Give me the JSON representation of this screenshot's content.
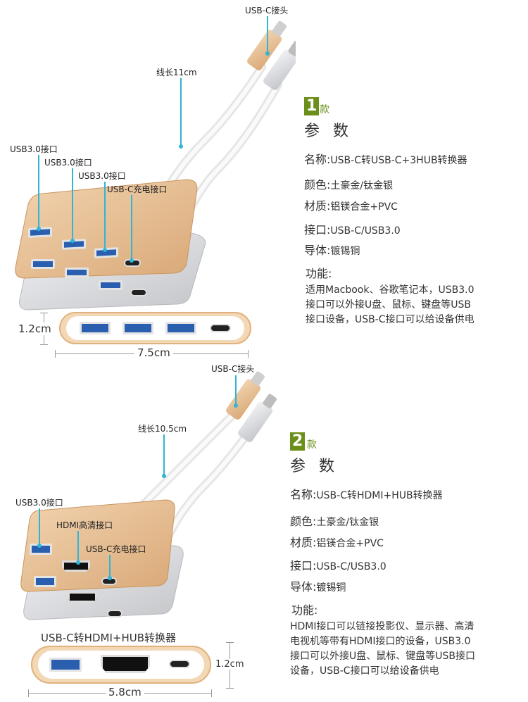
{
  "product1": {
    "callout_usbc": "USB-C接头",
    "callout_cable": "线长11cm",
    "callout_usb1": "USB3.0接口",
    "callout_usb2": "USB3.0接口",
    "callout_usb3": "USB3.0接口",
    "callout_charge": "USB-C充电接口",
    "badge_num": "1",
    "badge_suffix": "款",
    "spec_heading": "参 数",
    "name_label": "名称:",
    "name_value": "USB-C转USB-C+3HUB转换器",
    "color_label": "颜色:",
    "color_value": "土豪金/钛金银",
    "material_label": "材质:",
    "material_value": "铝镁合金+PVC",
    "port_label": "接口:",
    "port_value": "USB-C/USB3.0",
    "conductor_label": "导体:",
    "conductor_value": "镀锡铜",
    "function_label": "功能:",
    "function_lines": [
      "适用Macbook、谷歌笔记本，USB3.0",
      "接口可以外接U盘、鼠标、键盘等USB",
      "接口设备，USB-C接口可以给设备供电"
    ],
    "dim_height": "1.2cm",
    "dim_width": "7.5cm"
  },
  "product2": {
    "callout_usbc": "USB-C接头",
    "callout_cable": "线长10.5cm",
    "callout_usb": "USB3.0接口",
    "callout_hdmi": "HDMI高清接口",
    "callout_charge": "USB-C充电接口",
    "badge_num": "2",
    "badge_suffix": "款",
    "spec_heading": "参 数",
    "name_label": "名称:",
    "name_value": "USB-C转HDMI+HUB转换器",
    "color_label": "颜色:",
    "color_value": "土豪金/钛金银",
    "material_label": "材质:",
    "material_value": "铝镁合金+PVC",
    "port_label": "接口:",
    "port_value": "USB-C/USB3.0",
    "conductor_label": "导体:",
    "conductor_value": "镀锡铜",
    "function_label": "功能:",
    "function_lines": [
      "HDMI接口可以链接投影仪、显示器、高清",
      "电视机等带有HDMI接口的设备，USB3.0",
      "接口可以外接U盘、鼠标、键盘等USB接口",
      "设备，USB-C接口可以给设备供电"
    ],
    "front_caption": "USB-C转HDMI+HUB转换器",
    "dim_height": "1.2cm",
    "dim_width": "5.8cm"
  },
  "colors": {
    "gold": "#e2b98c",
    "silver": "#d9dadc",
    "accent_cyan": "#2fb5d6",
    "badge_green": "#6a8f1a"
  }
}
